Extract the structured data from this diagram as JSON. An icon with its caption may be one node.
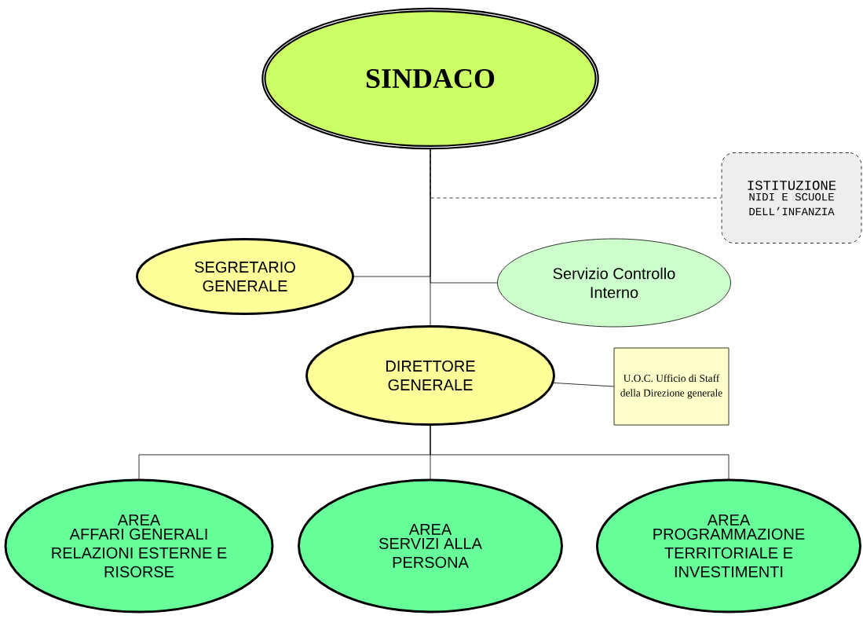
{
  "diagram": {
    "nodes": [
      {
        "text": [
          "SINDACO"
        ]
      },
      {
        "text": [
          "ISTITUZIONE",
          "NIDI E SCUOLE DELL’INFANZIA"
        ]
      },
      {
        "text": [
          "SEGRETARIO GENERALE"
        ]
      },
      {
        "text": [
          "Servizio Controllo Interno"
        ]
      },
      {
        "text": [
          "DIRETTORE GENERALE"
        ]
      },
      {
        "text": [
          "U.O.C. Ufficio di Staff della Direzione generale"
        ]
      },
      {
        "text": [
          "AREA",
          "AFFARI GENERALI RELAZIONI ESTERNE E RISORSE"
        ]
      },
      {
        "text": [
          "AREA",
          "SERVIZI ALLA PERSONA"
        ]
      },
      {
        "text": [
          "AREA",
          "PROGRAMMAZIONE TERRITORIALE E INVESTIMENTI"
        ]
      }
    ],
    "edges": [
      {
        "from": 0,
        "to": 4,
        "arrow": "none"
      },
      {
        "from": 0,
        "to": 1,
        "arrow": "none",
        "style": "dashed"
      },
      {
        "from": 0,
        "to": 2,
        "arrow": "none"
      },
      {
        "from": 0,
        "to": 3,
        "arrow": "none"
      },
      {
        "from": 4,
        "to": 5,
        "arrow": "none"
      },
      {
        "from": 4,
        "to": 6,
        "arrow": "none"
      },
      {
        "from": 4,
        "to": 7,
        "arrow": "none"
      },
      {
        "from": 4,
        "to": 8,
        "arrow": "none"
      }
    ]
  }
}
